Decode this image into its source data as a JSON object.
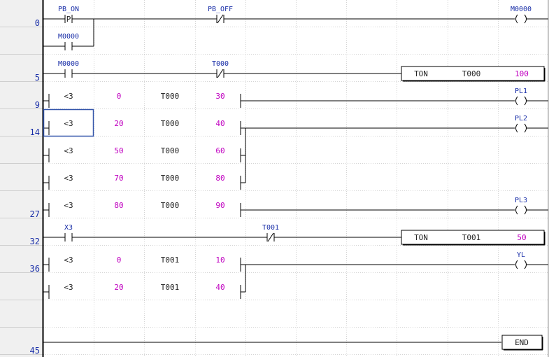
{
  "colors": {
    "gutter": "#f0f0f0",
    "number": "#1a2fa8",
    "label": "#1a2fa8",
    "constant": "#c000c0",
    "selection": "#3355aa"
  },
  "rungs": [
    {
      "number": "0",
      "row": 0
    },
    {
      "number": "5",
      "row": 2
    },
    {
      "number": "9",
      "row": 3
    },
    {
      "number": "14",
      "row": 4
    },
    {
      "number": "27",
      "row": 7
    },
    {
      "number": "32",
      "row": 8
    },
    {
      "number": "36",
      "row": 9
    },
    {
      "number": "45",
      "row": 12
    }
  ],
  "labels": [
    {
      "text": "PB_ON",
      "row": 0,
      "col": 0
    },
    {
      "text": "PB_OFF",
      "row": 0,
      "col": 3
    },
    {
      "text": "M0000",
      "row": 0,
      "col": "coil"
    },
    {
      "text": "M0000",
      "row": 1,
      "col": 0
    },
    {
      "text": "M0000",
      "row": 2,
      "col": 0
    },
    {
      "text": "T000",
      "row": 2,
      "col": 3
    },
    {
      "text": "PL1",
      "row": 3,
      "col": "coil"
    },
    {
      "text": "PL2",
      "row": 4,
      "col": "coil"
    },
    {
      "text": "PL3",
      "row": 7,
      "col": "coil"
    },
    {
      "text": "X3",
      "row": 8,
      "col": 0
    },
    {
      "text": "T001",
      "row": 8,
      "col": 4
    },
    {
      "text": "YL",
      "row": 9,
      "col": "coil"
    }
  ],
  "pulse_glyph": "P",
  "compares": [
    {
      "row": 3,
      "op": "<3",
      "a": "0",
      "dev": "T000",
      "b": "30"
    },
    {
      "row": 4,
      "op": "<3",
      "a": "20",
      "dev": "T000",
      "b": "40"
    },
    {
      "row": 5,
      "op": "<3",
      "a": "50",
      "dev": "T000",
      "b": "60"
    },
    {
      "row": 6,
      "op": "<3",
      "a": "70",
      "dev": "T000",
      "b": "80"
    },
    {
      "row": 7,
      "op": "<3",
      "a": "80",
      "dev": "T000",
      "b": "90"
    },
    {
      "row": 9,
      "op": "<3",
      "a": "0",
      "dev": "T001",
      "b": "10"
    },
    {
      "row": 10,
      "op": "<3",
      "a": "20",
      "dev": "T001",
      "b": "40"
    }
  ],
  "timers": [
    {
      "row": 2,
      "inst": "TON",
      "dev": "T000",
      "preset": "100"
    },
    {
      "row": 8,
      "inst": "TON",
      "dev": "T001",
      "preset": "50"
    }
  ],
  "end_label": "END"
}
